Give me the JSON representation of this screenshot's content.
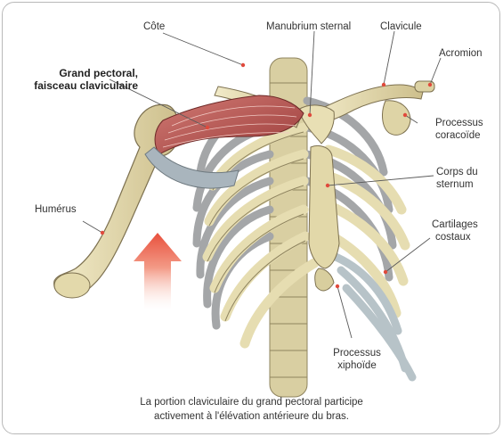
{
  "labels": {
    "cote": "Côte",
    "manubrium": "Manubrium sternal",
    "clavicule": "Clavicule",
    "acromion": "Acromion",
    "grand_pectoral_1": "Grand pectoral,",
    "grand_pectoral_2": "faisceau claviculaire",
    "processus_coracoide_1": "Processus",
    "processus_coracoide_2": "coracoïde",
    "corps_sternum_1": "Corps du",
    "corps_sternum_2": "sternum",
    "humerus": "Humérus",
    "cartilages_1": "Cartilages",
    "cartilages_2": "costaux",
    "processus_xiphoide_1": "Processus",
    "processus_xiphoide_2": "xiphoïde"
  },
  "caption": {
    "line1": "La portion claviculaire du grand pectoral participe",
    "line2": "activement à l'élévation antérieure du bras."
  },
  "colors": {
    "bone": "#e8dfb4",
    "bone_shade": "#b8a77a",
    "muscle": "#b5514e",
    "arrow": "#ec5a45",
    "leader_dot": "#e04a3c"
  }
}
